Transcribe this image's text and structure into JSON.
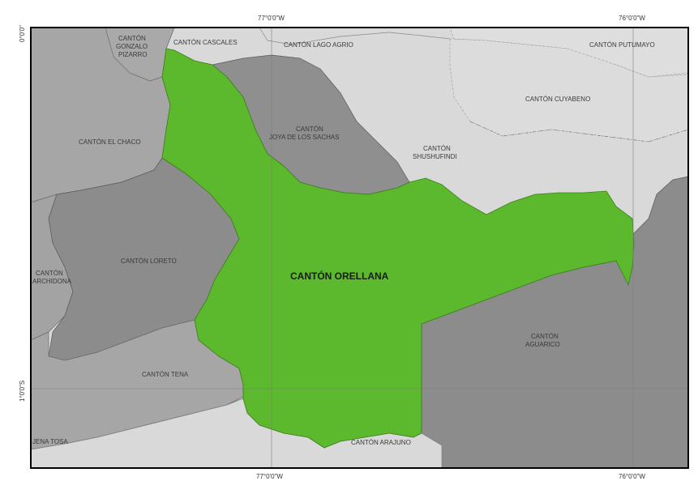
{
  "map": {
    "colors": {
      "highlight": "#5cb82c",
      "neighbor_dark": "#8c8c8c",
      "neighbor_mid": "#a6a6a6",
      "neighbor_light": "#d9d9d9",
      "frame": "#000000"
    },
    "coordinates": {
      "top_left_lon": "77°0'0\"W",
      "top_right_lon": "76°0'0\"W",
      "bottom_left_lon": "77°0'0\"W",
      "bottom_right_lon": "76°0'0\"W",
      "left_top_lat": "0°0'0\"",
      "left_bottom_lat": "1°0'0\"S"
    },
    "labels": {
      "orellana": "CANTÓN ORELLANA",
      "gonzalo_1": "CANTÓN",
      "gonzalo_2": "GONZALO",
      "gonzalo_3": "PIZARRO",
      "cascales": "CANTÓN CASCALES",
      "lago_agrio": "CANTÓN LAGO AGRIO",
      "putumayo": "CANTÓN PUTUMAYO",
      "cuyabeno": "CANTÓN CUYABENO",
      "el_chaco": "CANTÓN EL CHACO",
      "joya_1": "CANTÓN",
      "joya_2": "JOYA DE LOS SACHAS",
      "shushufindi_1": "CANTÓN",
      "shushufindi_2": "SHUSHUFINDI",
      "loreto": "CANTÓN LORETO",
      "archidona_1": "CANTÓN",
      "archidona_2": "ARCHIDONA",
      "aguarico_1": "CANTÓN",
      "aguarico_2": "AGUARICO",
      "tena": "CANTÓN TENA",
      "arajuno": "CANTÓN ARAJUNO",
      "tosaguas": "JENA TOSA"
    }
  }
}
